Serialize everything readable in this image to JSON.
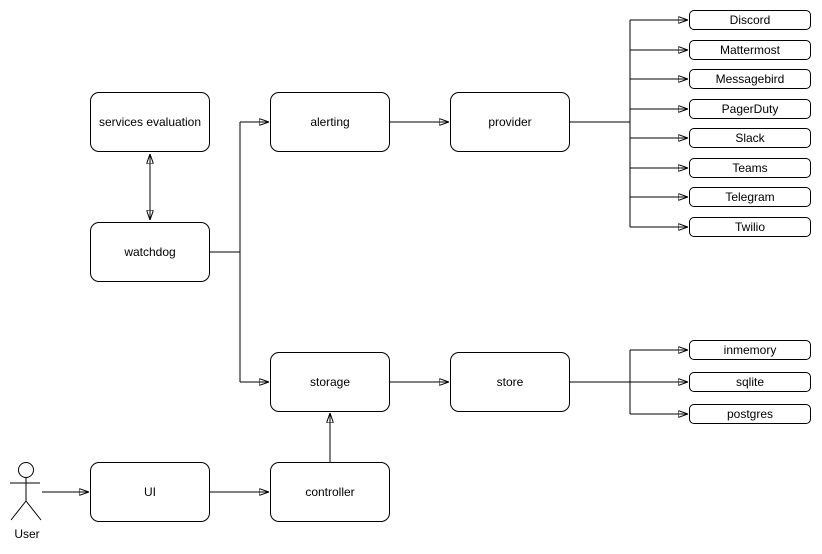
{
  "diagram": {
    "background": "#ffffff",
    "stroke_color": "#000000",
    "text_color": "#000000",
    "nodes": {
      "services_evaluation": "services evaluation",
      "watchdog": "watchdog",
      "alerting": "alerting",
      "provider": "provider",
      "storage": "storage",
      "store": "store",
      "ui": "UI",
      "controller": "controller"
    },
    "alert_providers": [
      "Discord",
      "Mattermost",
      "Messagebird",
      "PagerDuty",
      "Slack",
      "Teams",
      "Telegram",
      "Twilio"
    ],
    "store_backends": [
      "inmemory",
      "sqlite",
      "postgres"
    ],
    "actor_label": "User",
    "edges": [
      {
        "from": "services evaluation",
        "to": "watchdog",
        "direction": "bidirectional"
      },
      {
        "from": "watchdog",
        "to": "alerting"
      },
      {
        "from": "watchdog",
        "to": "storage"
      },
      {
        "from": "alerting",
        "to": "provider"
      },
      {
        "from": "provider",
        "to_each": "alert_providers"
      },
      {
        "from": "storage",
        "to": "store"
      },
      {
        "from": "store",
        "to_each": "store_backends"
      },
      {
        "from": "User",
        "to": "UI"
      },
      {
        "from": "UI",
        "to": "controller"
      },
      {
        "from": "controller",
        "to": "storage"
      }
    ]
  }
}
